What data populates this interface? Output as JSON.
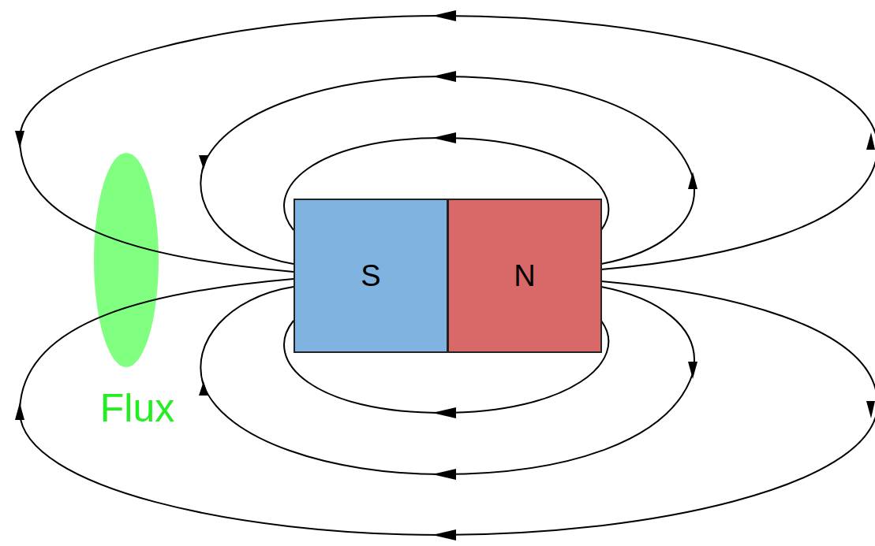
{
  "diagram": {
    "nodes": [
      {
        "text": [
          "S"
        ]
      },
      {
        "text": [
          "N"
        ]
      }
    ],
    "labels": [
      "Flux"
    ]
  }
}
